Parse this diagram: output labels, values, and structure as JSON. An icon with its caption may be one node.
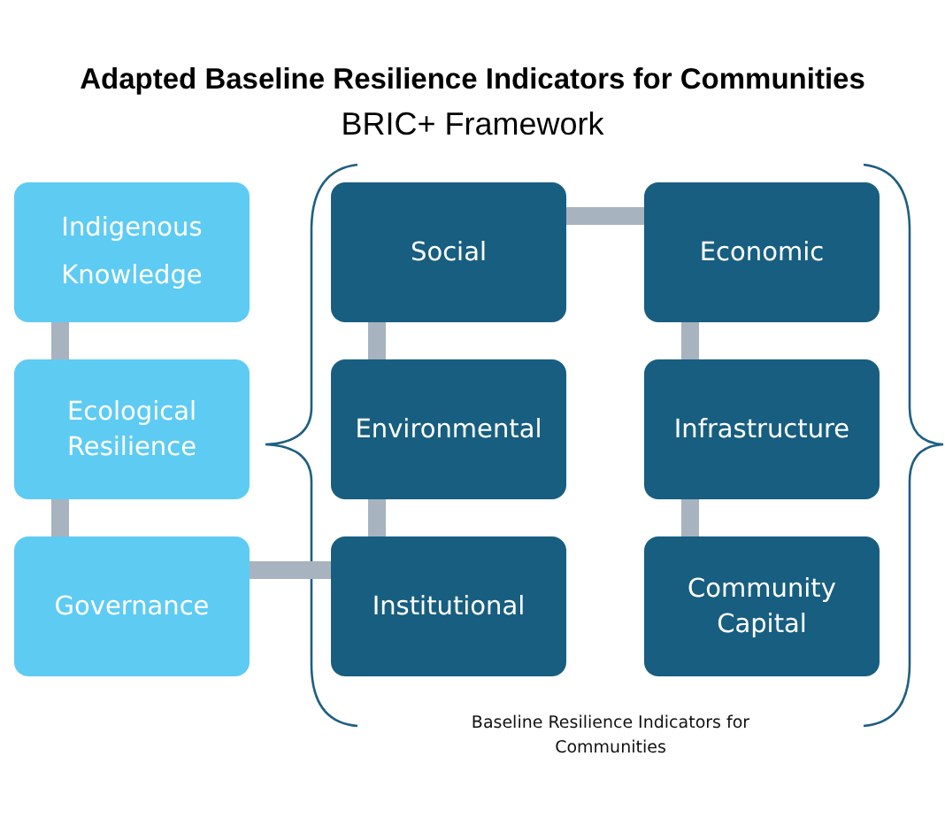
{
  "diagram": {
    "title": "Adapted Baseline Resilience Indicators for Communities",
    "nodes": [
      {
        "text": [
          "Indigenous Knowledge"
        ]
      },
      {
        "text": [
          "Ecological Resilience"
        ]
      },
      {
        "text": [
          "Governance"
        ]
      },
      {
        "text": [
          "Social"
        ]
      },
      {
        "text": [
          "Economic"
        ]
      },
      {
        "text": [
          "Environmental"
        ]
      },
      {
        "text": [
          "Infrastructure"
        ]
      },
      {
        "text": [
          "Institutional"
        ]
      },
      {
        "text": [
          "Community Capital"
        ]
      }
    ],
    "edges": [
      {
        "from": 0,
        "to": 1,
        "arrow": "none"
      },
      {
        "from": 1,
        "to": 2,
        "arrow": "none"
      },
      {
        "from": 2,
        "to": 7,
        "arrow": "none"
      },
      {
        "from": 3,
        "to": 4,
        "arrow": "none"
      },
      {
        "from": 3,
        "to": 5,
        "arrow": "none"
      },
      {
        "from": 5,
        "to": 7,
        "arrow": "none"
      },
      {
        "from": 4,
        "to": 6,
        "arrow": "none"
      },
      {
        "from": 6,
        "to": 8,
        "arrow": "none"
      }
    ],
    "labels": [
      "BRIC+ Framework",
      "Baseline Resilience Indicators for Communities"
    ]
  }
}
